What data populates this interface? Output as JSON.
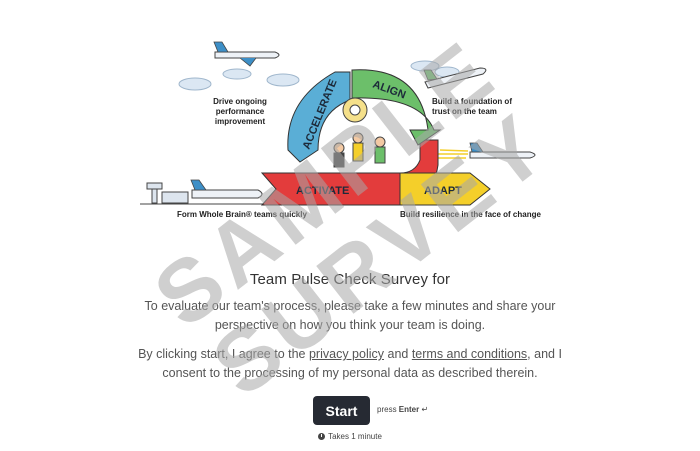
{
  "hero": {
    "segments": {
      "accelerate": "ACCELERATE",
      "align": "ALIGN",
      "activate": "ACTIVATE",
      "adapt": "ADAPT"
    },
    "captions": {
      "drive_line1": "Drive ongoing",
      "drive_line2": "performance",
      "drive_line3": "improvement",
      "build_line1": "Build a foundation of",
      "build_line2": "trust on the team",
      "form": "Form Whole Brain® teams quickly",
      "resilience": "Build resilience in the face of change"
    },
    "colors": {
      "accelerate": "#5aaed6",
      "align": "#6cbf6a",
      "activate": "#e33c3c",
      "adapt": "#f4cf2a"
    }
  },
  "survey": {
    "title": "Team Pulse Check Survey for",
    "intro": "To evaluate our team's process, please take a few minutes and share your perspective on how you think your team is doing.",
    "consent_prefix": "By clicking start, I agree to the ",
    "privacy_link": "privacy policy",
    "consent_and": " and ",
    "terms_link": "terms and conditions",
    "consent_suffix": ", and I consent to the processing of my personal data as described therein.",
    "start_label": "Start",
    "hint_prefix": "press ",
    "hint_key": "Enter",
    "hint_symbol": "↵",
    "duration": "Takes 1 minute"
  },
  "watermark": {
    "line1": "SAMPLE",
    "line2": "SURVEY"
  }
}
